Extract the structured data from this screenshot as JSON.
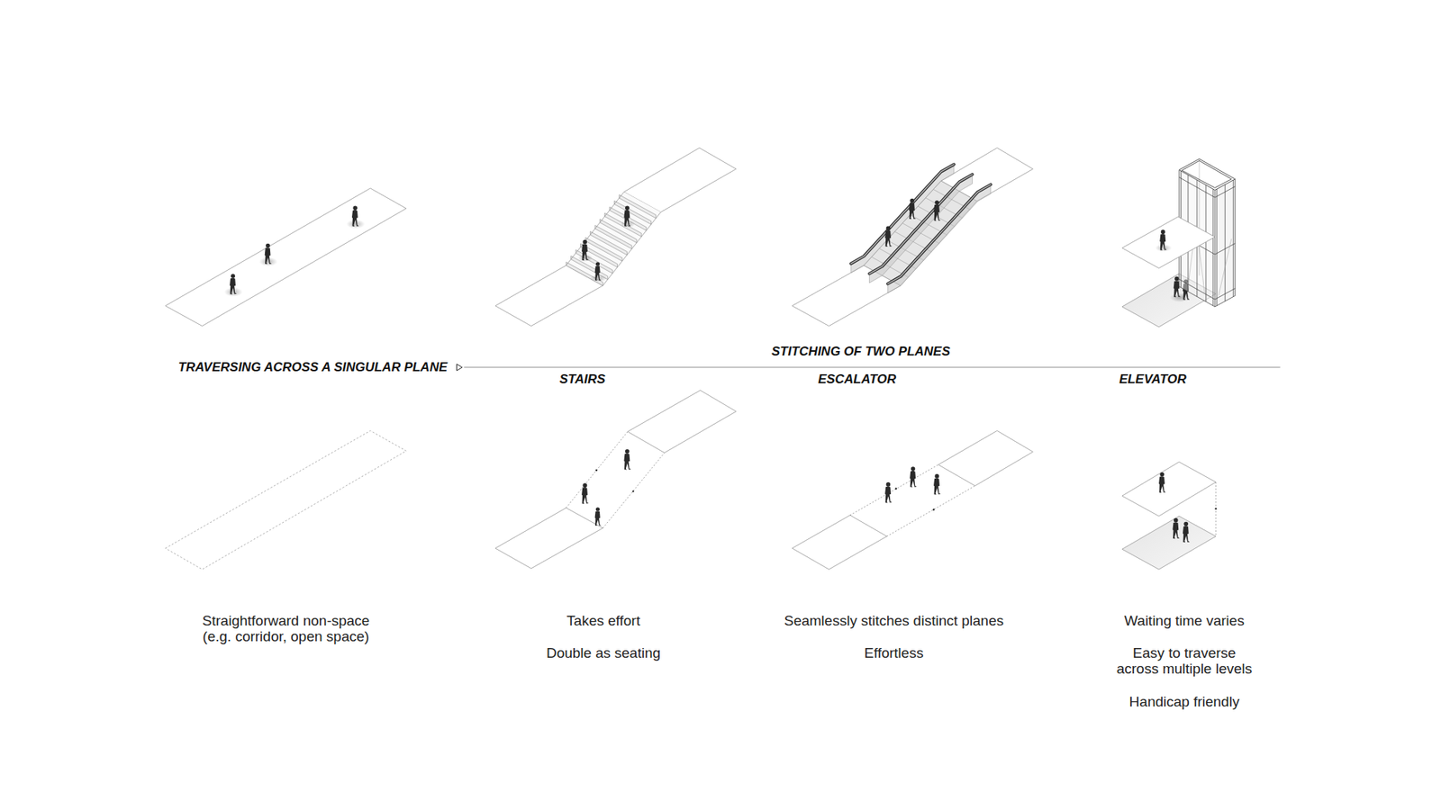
{
  "diagram": {
    "labels": [
      "STITCHING OF TWO PLANES",
      "TRAVERSING ACROSS A SINGULAR PLANE",
      "STAIRS",
      "ESCALATOR",
      "ELEVATOR",
      "Straightforward non-space (e.g. corridor, open space)",
      "Takes effort",
      "Double as seating",
      "Seamlessly stitches distinct planes",
      "Effortless",
      "Waiting time varies",
      "Easy to traverse across multiple levels",
      "Handicap friendly"
    ]
  }
}
